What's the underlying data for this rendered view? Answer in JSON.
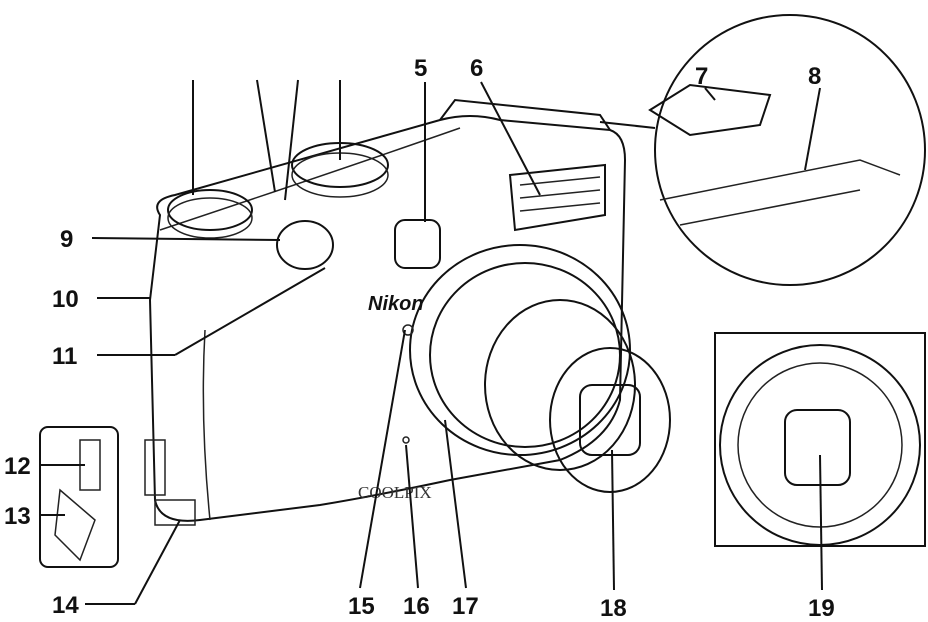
{
  "brand": "Nikon",
  "model": "COOLPIX",
  "callouts": [
    "5",
    "6",
    "7",
    "8",
    "9",
    "10",
    "11",
    "12",
    "13",
    "14",
    "15",
    "16",
    "17",
    "18",
    "19"
  ]
}
